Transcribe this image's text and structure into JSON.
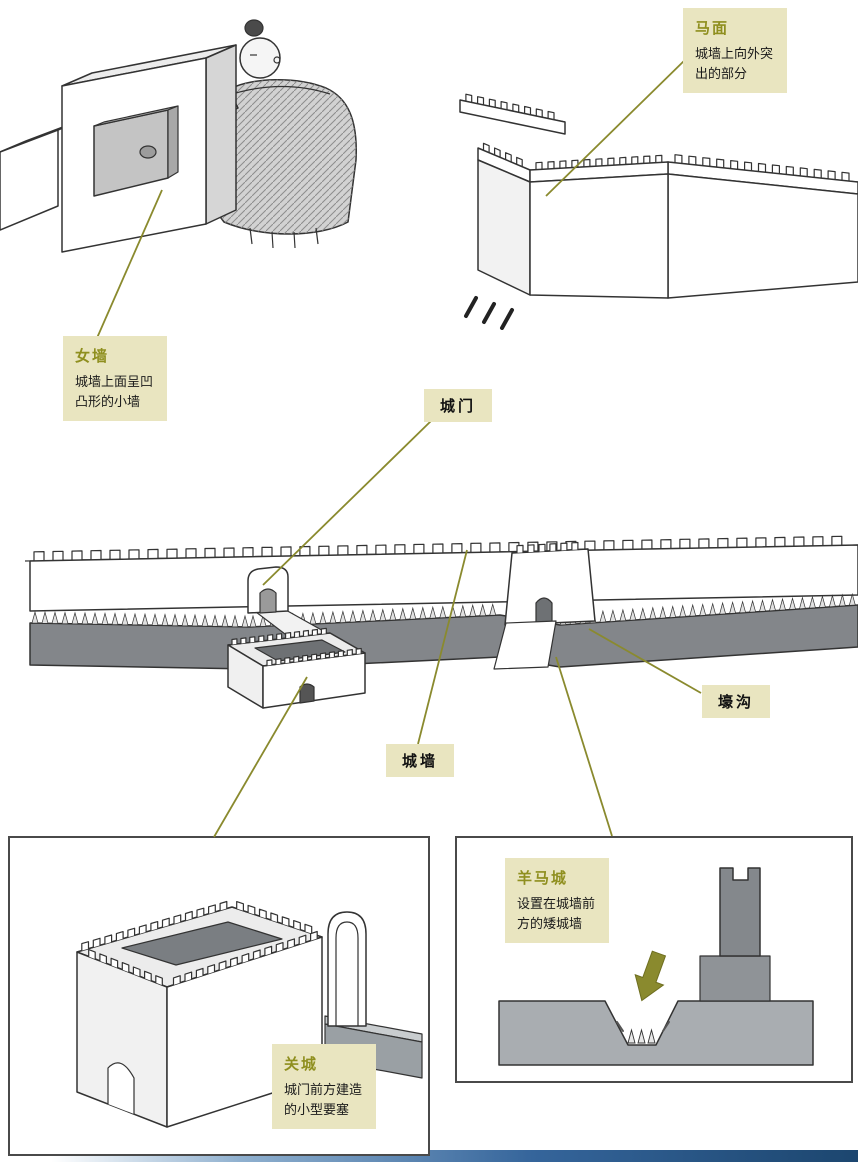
{
  "colors": {
    "label_box_bg": "#e9e5c0",
    "label_title": "#8f8f1f",
    "label_text": "#1a1a1a",
    "leader_line": "#8a8a2e",
    "panel_border": "#4a4a4a",
    "moat_fill": "#83868a",
    "grey_fill": "#9aa0a4",
    "arrow_fill": "#8a8a2e",
    "bottom_bar_end": "#1c466f"
  },
  "labels": {
    "mamian": {
      "title": "马面",
      "desc": "城墙上向外突出的部分"
    },
    "nvqiang": {
      "title": "女墙",
      "desc": "城墙上面呈凹凸形的小墙"
    },
    "chengmen": {
      "text": "城门"
    },
    "haogou": {
      "text": "壕沟"
    },
    "chengqiang": {
      "text": "城墙"
    },
    "guancheng": {
      "title": "关城",
      "desc": "城门前方建造的小型要塞"
    },
    "yangmacheng": {
      "title": "羊马城",
      "desc": "设置在城墙前方的矮城墙"
    }
  }
}
